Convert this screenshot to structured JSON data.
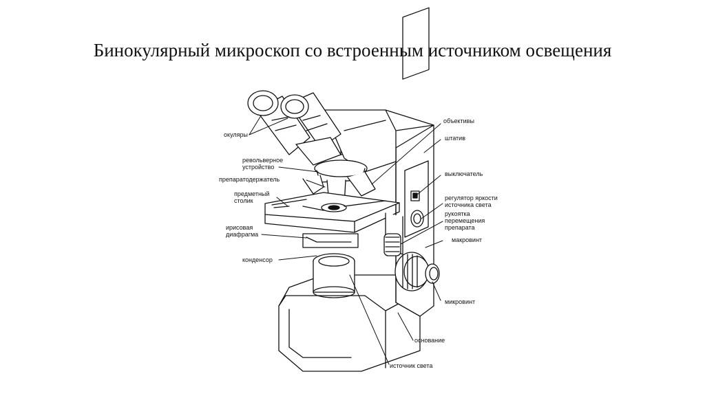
{
  "title": "Бинокулярный микроскоп со встроенным источником освещения",
  "labels": {
    "okulyary": "окуляры",
    "revolver_1": "револьверное",
    "revolver_2": "устройство",
    "preparatoderzhatel": "препаратодержатель",
    "stolik_1": "предметный",
    "stolik_2": "столик",
    "iris_1": "ирисовая",
    "iris_2": "диафрагма",
    "kondensor": "конденсор",
    "obektivy": "объективы",
    "shtativ": "штатив",
    "vyklyuchatel": "выключатель",
    "regulyator_1": "регулятор яркости",
    "regulyator_2": "источника света",
    "rukoyatka_1": "рукоятка",
    "rukoyatka_2": "перемещения",
    "rukoyatka_3": "препарата",
    "makrovint": "макровинт",
    "mikrovint": "микровинт",
    "osnovanie": "основание",
    "istochnik": "источник света"
  }
}
